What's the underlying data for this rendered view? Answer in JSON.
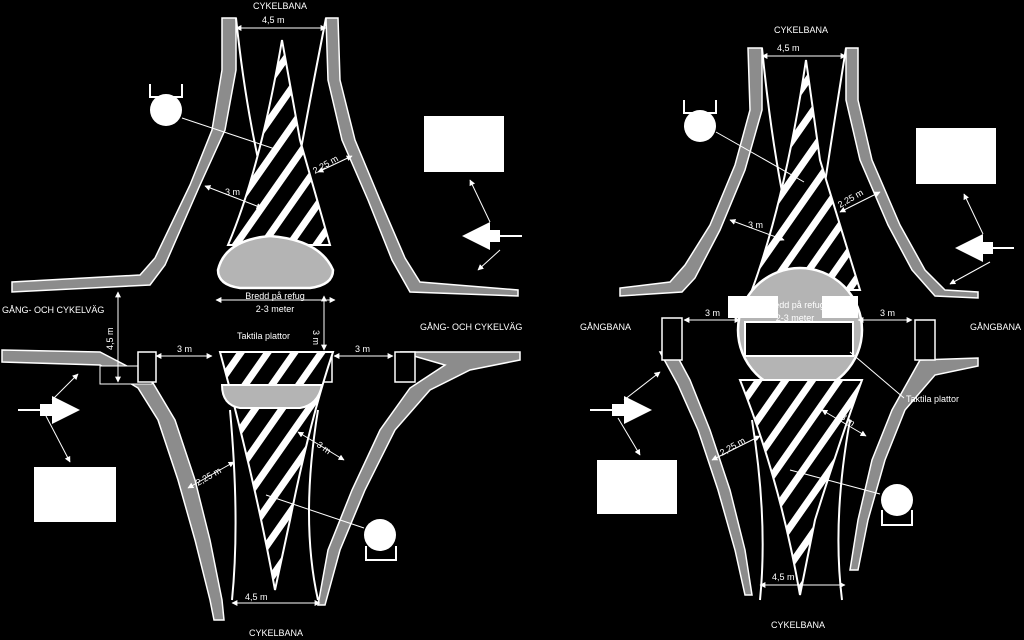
{
  "left": {
    "cykelbana_top": "CYKELBANA",
    "cykelbana_bottom": "CYKELBANA",
    "gang_cykelvag_left": "GÅNG- OCH CYKELVÄG",
    "gang_cykelvag_right": "GÅNG- OCH CYKELVÄG",
    "dim_top_width": "4,5 m",
    "dim_bottom_width": "4,5 m",
    "dim_upper_lane": "3 m",
    "dim_upper_right": "2,25 m",
    "dim_vertical_left": "4,5 m",
    "dim_vertical_center": "3 m",
    "dim_crossing_left": "3 m",
    "dim_crossing_right": "3 m",
    "dim_lower_right": "3 m",
    "dim_lower_left": "2,25 m",
    "refuge_label_line1": "Bredd på refug",
    "refuge_label_line2": "2-3 meter",
    "tactile_label": "Taktila plattor"
  },
  "right": {
    "cykelbana_top": "CYKELBANA",
    "cykelbana_bottom": "CYKELBANA",
    "gangbana_left": "GÅNGBANA",
    "gangbana_right": "GÅNGBANA",
    "dim_top_width": "4,5 m",
    "dim_bottom_width": "4,5 m",
    "dim_upper_left": "3 m",
    "dim_upper_right": "2,25 m",
    "dim_crossing_left": "3 m",
    "dim_crossing_right": "3 m",
    "dim_lower_right": "3 m",
    "dim_lower_left": "2,25 m",
    "refuge_label_line1": "Bredd på refug",
    "refuge_label_line2": "2-3 meter",
    "tactile_label": "Taktila plattor"
  },
  "colors": {
    "background": "#000000",
    "curb_gray": "#8c8c8c",
    "refuge_gray": "#b4b4b4",
    "line_white": "#ffffff"
  }
}
